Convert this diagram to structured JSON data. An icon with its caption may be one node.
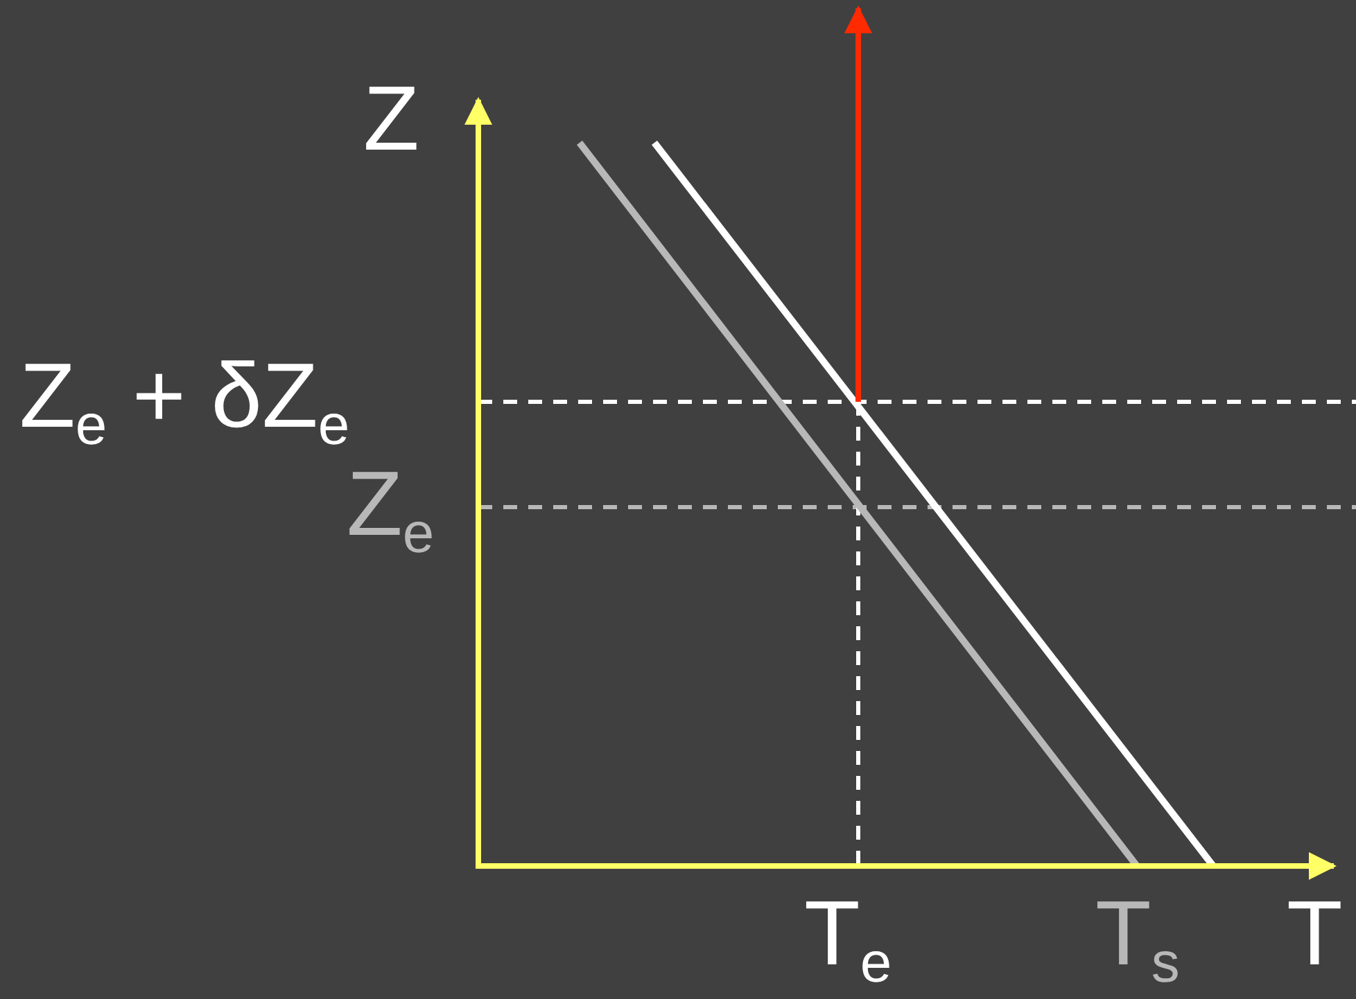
{
  "diagram": {
    "labels": [
      "Z",
      "Z$_{e}$ + δZ$_{e}$",
      "Z$_{e}$",
      "T$_{e}$",
      "T$_{s}$",
      "T"
    ]
  }
}
